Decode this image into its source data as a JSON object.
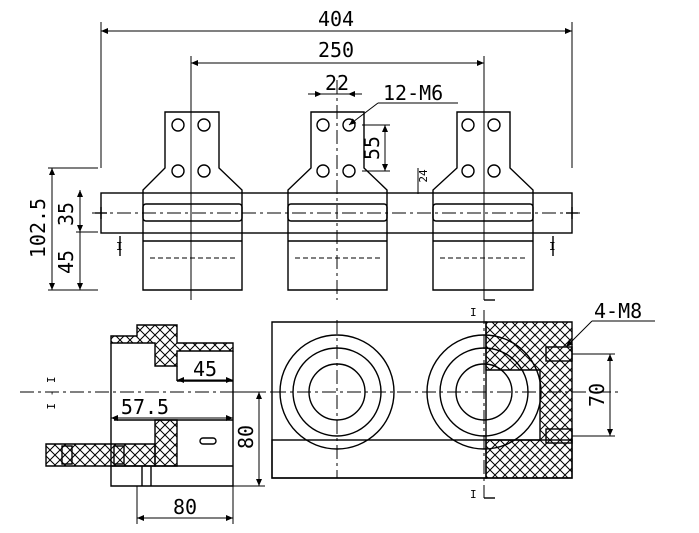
{
  "drawing": {
    "top_view": {
      "dim_overall": "404",
      "dim_centers": "250",
      "dim_hole_spacing": "22",
      "callout_holes": "12-M6",
      "dim_hole_height": "55",
      "dim_total_height": "102.5",
      "dim_upper": "35",
      "dim_lower": "45",
      "dim_tiny": "24",
      "section_mark": "I"
    },
    "section_view": {
      "dim_inner": "45",
      "dim_center_to_face": "57.5",
      "dim_height": "80",
      "dim_base": "80",
      "section_label": "I - I"
    },
    "front_view": {
      "callout_bolts": "4-M8",
      "dim_bolt_spacing": "70",
      "section_mark": "I"
    }
  }
}
